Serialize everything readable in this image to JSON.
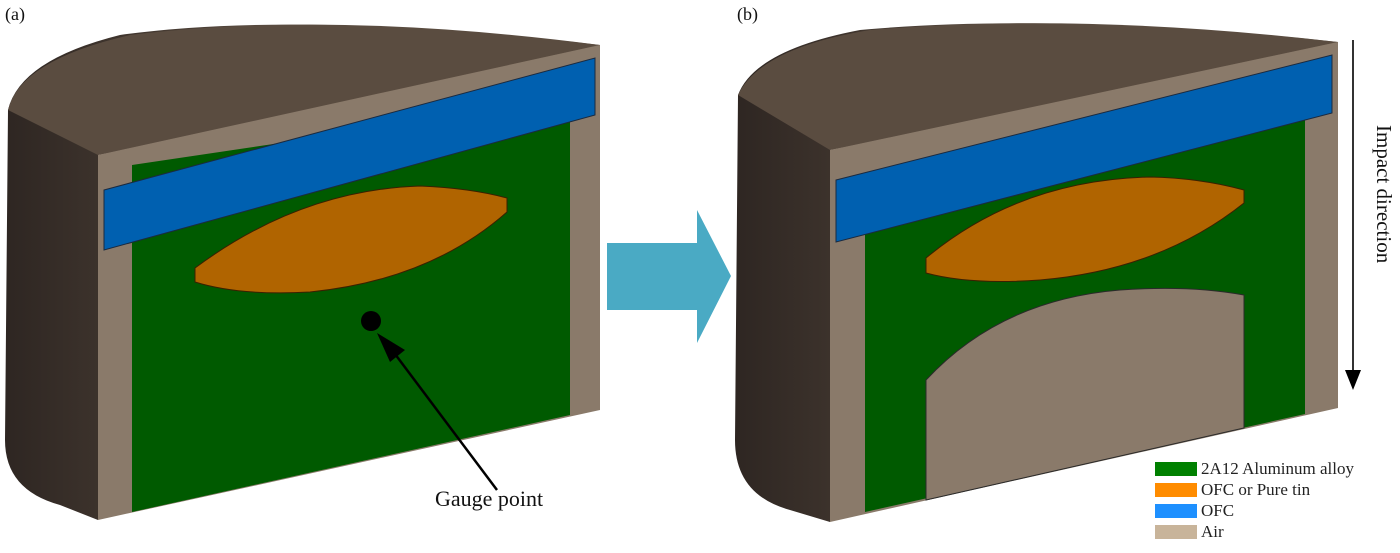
{
  "figure": {
    "panel_a": {
      "label": "(a)",
      "annotation": "Gauge point",
      "layers": [
        "OFC flyer plate",
        "2A12 Aluminum alloy matrix",
        "OFC or Pure tin lens insert",
        "Gauge point"
      ]
    },
    "panel_b": {
      "label": "(b)",
      "layers": [
        "OFC flyer plate",
        "2A12 Aluminum alloy matrix",
        "OFC or Pure tin lens insert",
        "Air cavity"
      ]
    },
    "transition_arrow": "right-arrow",
    "impact_direction_label": "Impact direction"
  },
  "legend": {
    "items": [
      {
        "label": "2A12 Aluminum alloy",
        "color": "#008000"
      },
      {
        "label": "OFC or Pure tin",
        "color": "#ff8c00"
      },
      {
        "label": "OFC",
        "color": "#1e90ff"
      },
      {
        "label": "Air",
        "color": "#c8b49a"
      }
    ]
  },
  "colors": {
    "housing_top": "#5a4c40",
    "housing_side": "#8a7a6a",
    "aluminum": "#005a00",
    "insert": "#b06400",
    "ofc": "#0060b0",
    "air": "#8a7a6a",
    "arrow": "#4aaac4"
  }
}
